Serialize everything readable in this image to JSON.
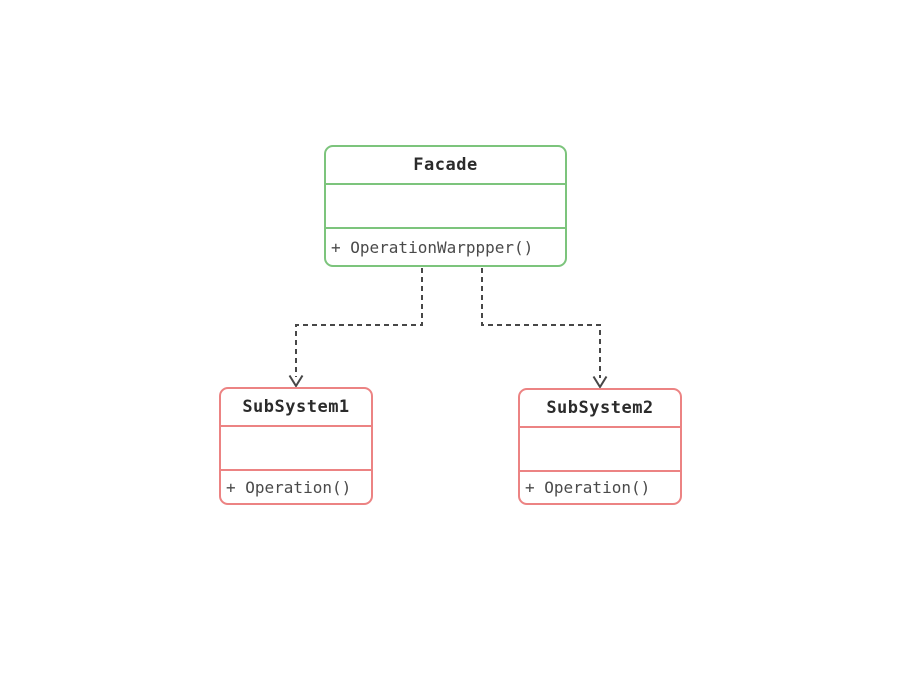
{
  "colors": {
    "background": "#ffffff",
    "facade_border": "#7cc47c",
    "subsystem_border": "#ec8383",
    "connector": "#474747",
    "title_text": "#2b2b2b",
    "method_text": "#4a4a4a"
  },
  "diagram": {
    "pattern": "Facade",
    "classes": {
      "facade": {
        "name": "Facade",
        "attributes": "",
        "methods": "+ OperationWarppper()"
      },
      "subsystem1": {
        "name": "SubSystem1",
        "attributes": "",
        "methods": "+ Operation()"
      },
      "subsystem2": {
        "name": "SubSystem2",
        "attributes": "",
        "methods": "+ Operation()"
      }
    },
    "connections": [
      {
        "from": "Facade",
        "to": "SubSystem1",
        "style": "dashed",
        "arrow": "open-arrowhead"
      },
      {
        "from": "Facade",
        "to": "SubSystem2",
        "style": "dashed",
        "arrow": "open-arrowhead"
      }
    ]
  }
}
